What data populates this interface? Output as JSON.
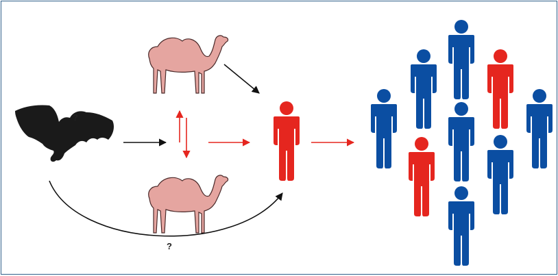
{
  "diagram": {
    "bat_label": "?",
    "direct_path_label": "?"
  },
  "colors": {
    "border": "#2f5f8a",
    "bat": "#1a1a1a",
    "camel": "#e5a5a0",
    "camel_outline": "#4a2a2a",
    "infected": "#e5261f",
    "healthy": "#0b4ea2",
    "arrow_black": "#111111",
    "arrow_red": "#e5261f"
  },
  "icons": {
    "bat": "bat-silhouette",
    "camel": "dromedary-camel",
    "person": "person-figure"
  }
}
